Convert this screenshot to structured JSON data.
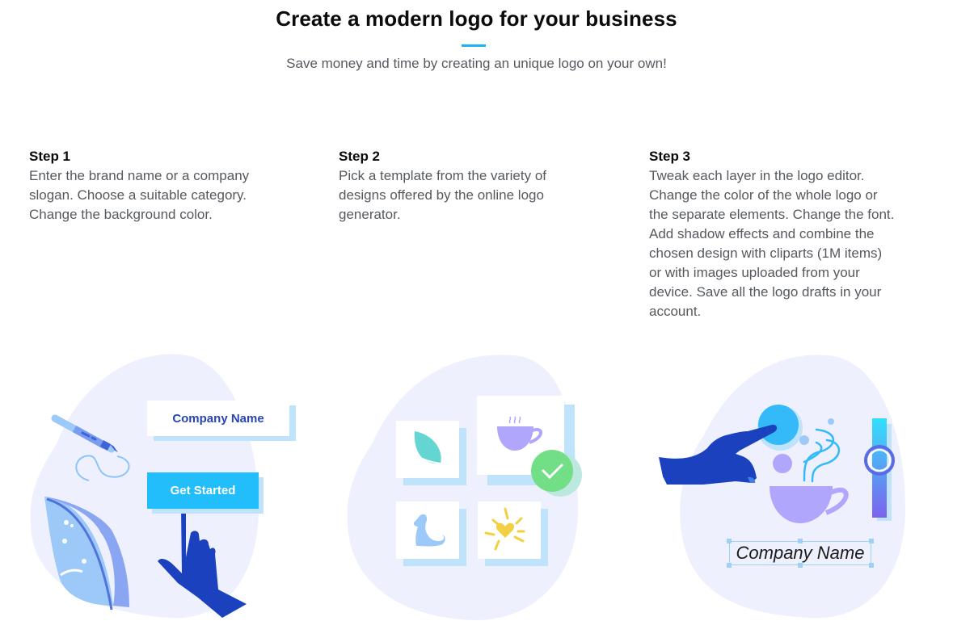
{
  "header": {
    "title": "Create a modern logo for your business",
    "subtitle": "Save money and time by creating an unique logo on your own!",
    "accent_color": "#1ab4f5"
  },
  "steps": [
    {
      "heading": "Step 1",
      "lines": [
        "Enter the brand name or a company",
        "slogan. Choose a suitable category.",
        "Change the background color."
      ]
    },
    {
      "heading": "Step 2",
      "lines": [
        "Pick a template from the variety of",
        "designs offered by the online logo",
        "generator."
      ]
    },
    {
      "heading": "Step 3",
      "lines": [
        "Tweak each layer in the logo editor.",
        "Change the color of the whole logo or",
        "the separate elements. Change the font.",
        "Add shadow effects and combine the",
        "chosen design with cliparts (1M items)",
        "or with images uploaded from your",
        "device. Save all the logo drafts in your",
        "account."
      ]
    }
  ],
  "illustrations": {
    "step1": {
      "company_card_label": "Company Name",
      "button_label": "Get Started",
      "button_color": "#22bdfb"
    },
    "step2": {
      "templates": [
        "leaf-icon",
        "coffee-cup-icon",
        "dog-icon",
        "sun-heart-icon"
      ],
      "selected_template": "coffee-cup-icon",
      "check_color": "#72df87"
    },
    "step3": {
      "editable_text": "Company Name",
      "slider_gradient": [
        "#33e0fb",
        "#7b62ee"
      ]
    }
  },
  "colors": {
    "blob": "#eef1fd",
    "hand": "#1c41bf",
    "shadow": "#bfe3fb",
    "cup": "#b0a6fb"
  }
}
